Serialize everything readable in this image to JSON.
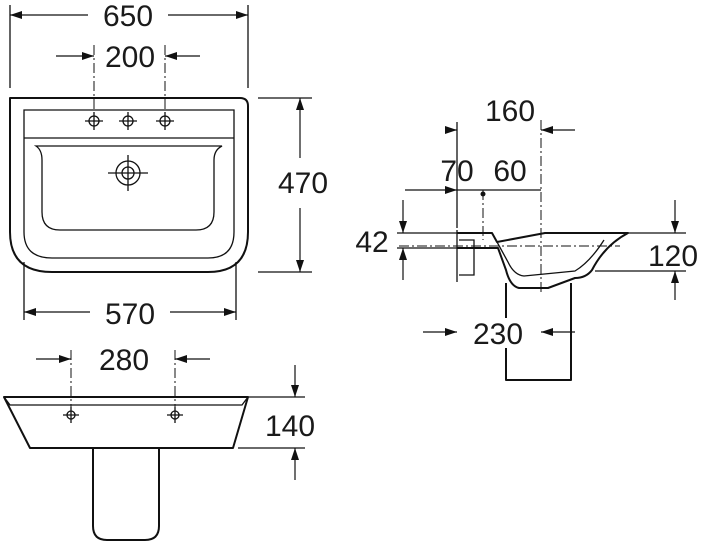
{
  "dimensions": {
    "overall_width": "650",
    "tap_spacing": "200",
    "depth": "470",
    "inner_width": "570",
    "side_depth": "160",
    "tap_offset": "70",
    "tap_to_edge": "60",
    "thickness": "42",
    "bowl_height": "120",
    "pedestal_offset": "230",
    "fixing_spacing": "280",
    "fixing_height": "140"
  },
  "views": {
    "top": "plan",
    "side": "section",
    "front": "elevation"
  }
}
